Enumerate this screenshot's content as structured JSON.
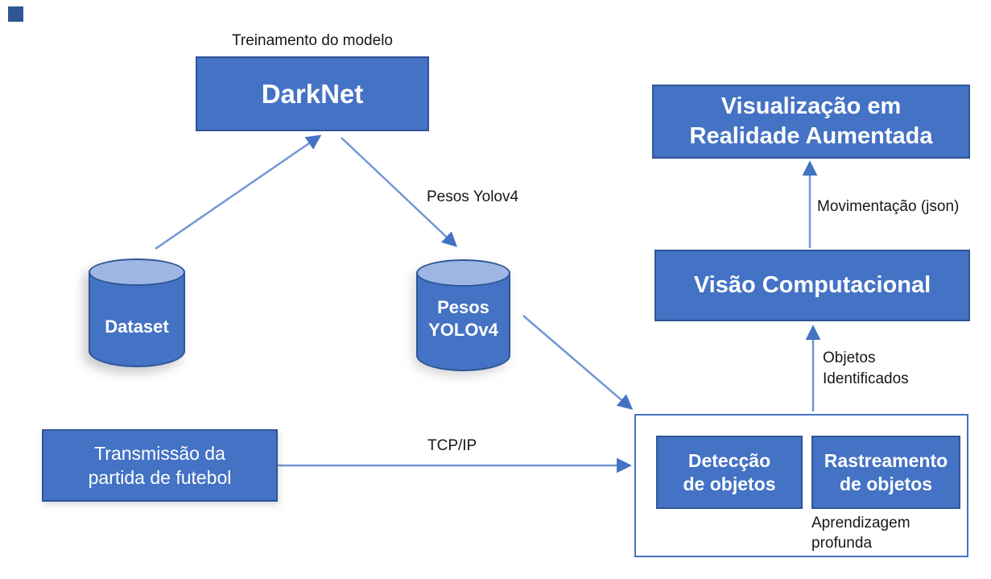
{
  "diagram": {
    "labels": {
      "treinamento": "Treinamento do modelo",
      "pesos_arrow": "Pesos Yolov4",
      "tcpip": "TCP/IP",
      "movimentacao": "Movimentação (json)",
      "objetos_identificados": "Objetos\nIdentificados",
      "aprendizagem": "Aprendizagem\nprofunda"
    },
    "nodes": {
      "darknet": "DarkNet",
      "dataset": "Dataset",
      "pesos_yolov4": "Pesos\nYOLOv4",
      "transmissao": "Transmissão da\npartida de futebol",
      "visualizacao": "Visualização em\nRealidade Aumentada",
      "visao_computacional": "Visão Computacional",
      "deteccao": "Detecção\nde objetos",
      "rastreamento": "Rastreamento\nde objetos"
    },
    "colors": {
      "node_fill": "#4472C4",
      "node_border": "#2F5597",
      "cylinder_top": "#9DB6E4",
      "arrow_line": "#7396D5",
      "arrow_head": "#4472C4",
      "container_border": "#4472C4",
      "text_dark": "#171717",
      "text_light": "#FFFFFF"
    }
  }
}
